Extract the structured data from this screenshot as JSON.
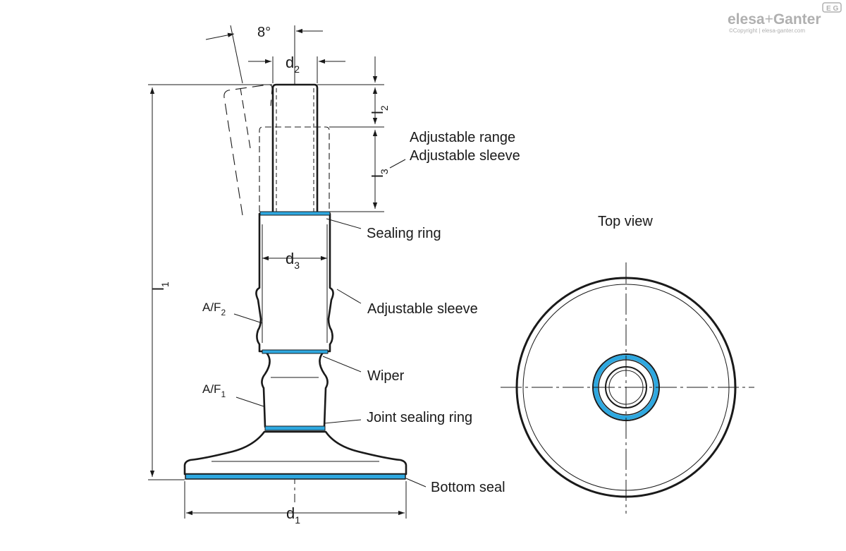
{
  "logo": {
    "brand_left": "elesa",
    "plus": "+",
    "brand_right": "Ganter",
    "badge": "E G",
    "copyright": "©Copyright | elesa-ganter.com"
  },
  "colors": {
    "outline": "#1a1a1a",
    "seal_blue": "#2ea8e0",
    "logo_gray": "#b0b0b0"
  },
  "dimensions": {
    "angle": "8°",
    "d2": {
      "base": "d",
      "sub": "2"
    },
    "d3": {
      "base": "d",
      "sub": "3"
    },
    "d1": {
      "base": "d",
      "sub": "1"
    },
    "l1": {
      "base": "l",
      "sub": "1"
    },
    "l2": {
      "base": "l",
      "sub": "2"
    },
    "l3": {
      "base": "l",
      "sub": "3"
    },
    "af2": {
      "base": "A/F",
      "sub": "2"
    },
    "af1": {
      "base": "A/F",
      "sub": "1"
    }
  },
  "labels": {
    "adjustable_range": "Adjustable range",
    "adjustable_sleeve_top": "Adjustable sleeve",
    "sealing_ring": "Sealing ring",
    "adjustable_sleeve": "Adjustable sleeve",
    "wiper": "Wiper",
    "joint_sealing_ring": "Joint sealing ring",
    "bottom_seal": "Bottom seal",
    "top_view": "Top view"
  }
}
